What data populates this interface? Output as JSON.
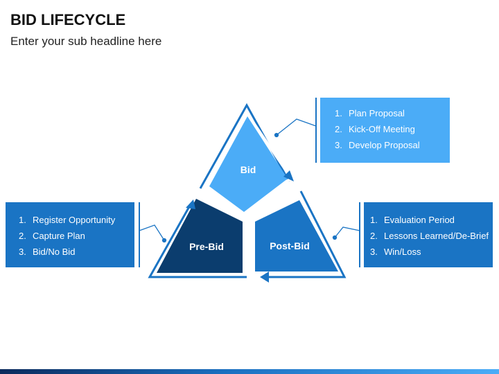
{
  "header": {
    "title": "BID LIFECYCLE",
    "subtitle": "Enter your sub headline here"
  },
  "stages": {
    "bid": {
      "label": "Bid",
      "items": [
        {
          "num": "1.",
          "text": "Plan Proposal"
        },
        {
          "num": "2.",
          "text": "Kick-Off Meeting"
        },
        {
          "num": "3.",
          "text": "Develop Proposal"
        }
      ]
    },
    "prebid": {
      "label": "Pre-Bid",
      "items": [
        {
          "num": "1.",
          "text": "Register Opportunity"
        },
        {
          "num": "2.",
          "text": "Capture Plan"
        },
        {
          "num": "3.",
          "text": "Bid/No Bid"
        }
      ]
    },
    "postbid": {
      "label": "Post-Bid",
      "items": [
        {
          "num": "1.",
          "text": "Evaluation Period"
        },
        {
          "num": "2.",
          "text": "Lessons Learned/De-Brief"
        },
        {
          "num": "3.",
          "text": "Win/Loss"
        }
      ]
    }
  },
  "colors": {
    "bid": "#4bacf7",
    "prebid": "#0b3d6e",
    "postbid": "#1a74c4",
    "connector": "#1a74c4"
  }
}
